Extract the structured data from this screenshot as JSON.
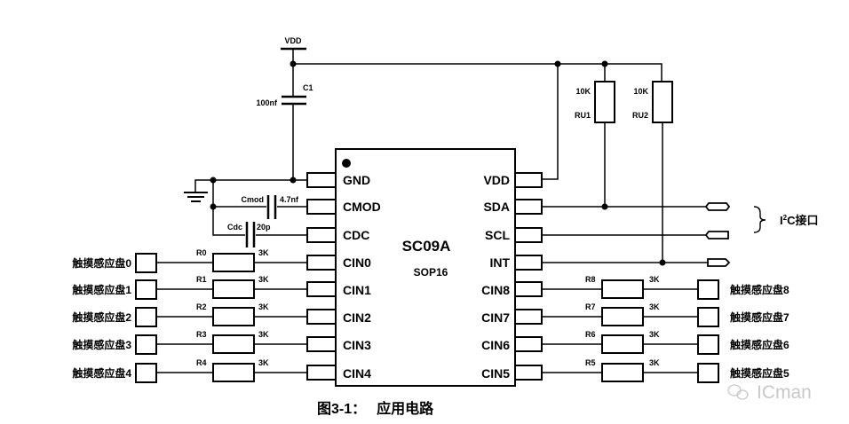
{
  "chip": {
    "name": "SC09A",
    "package": "SOP16",
    "left_pins": [
      "GND",
      "CMOD",
      "CDC",
      "CIN0",
      "CIN1",
      "CIN2",
      "CIN3",
      "CIN4"
    ],
    "right_pins": [
      "VDD",
      "SDA",
      "SCL",
      "INT",
      "CIN8",
      "CIN7",
      "CIN6",
      "CIN5"
    ]
  },
  "supply": {
    "label": "VDD"
  },
  "c1": {
    "name": "C1",
    "value": "100nf"
  },
  "cmod": {
    "name": "Cmod",
    "value": "4.7nf"
  },
  "cdc": {
    "name": "Cdc",
    "value": "20p"
  },
  "pullups": [
    {
      "name": "RU1",
      "value": "10K"
    },
    {
      "name": "RU2",
      "value": "10K"
    }
  ],
  "i2c": {
    "label_prefix": "I",
    "label_sup": "2",
    "label_suffix": "C接口"
  },
  "left_channels": [
    {
      "pad": "触摸感应盘0",
      "res": "R0",
      "value": "3K"
    },
    {
      "pad": "触摸感应盘1",
      "res": "R1",
      "value": "3K"
    },
    {
      "pad": "触摸感应盘2",
      "res": "R2",
      "value": "3K"
    },
    {
      "pad": "触摸感应盘3",
      "res": "R3",
      "value": "3K"
    },
    {
      "pad": "触摸感应盘4",
      "res": "R4",
      "value": "3K"
    }
  ],
  "right_channels": [
    {
      "pad": "触摸感应盘8",
      "res": "R8",
      "value": "3K"
    },
    {
      "pad": "触摸感应盘7",
      "res": "R7",
      "value": "3K"
    },
    {
      "pad": "触摸感应盘6",
      "res": "R6",
      "value": "3K"
    },
    {
      "pad": "触摸感应盘5",
      "res": "R5",
      "value": "3K"
    }
  ],
  "caption": {
    "figure": "图3-1：",
    "title": "应用电路"
  },
  "watermark": {
    "text": "ICman"
  }
}
